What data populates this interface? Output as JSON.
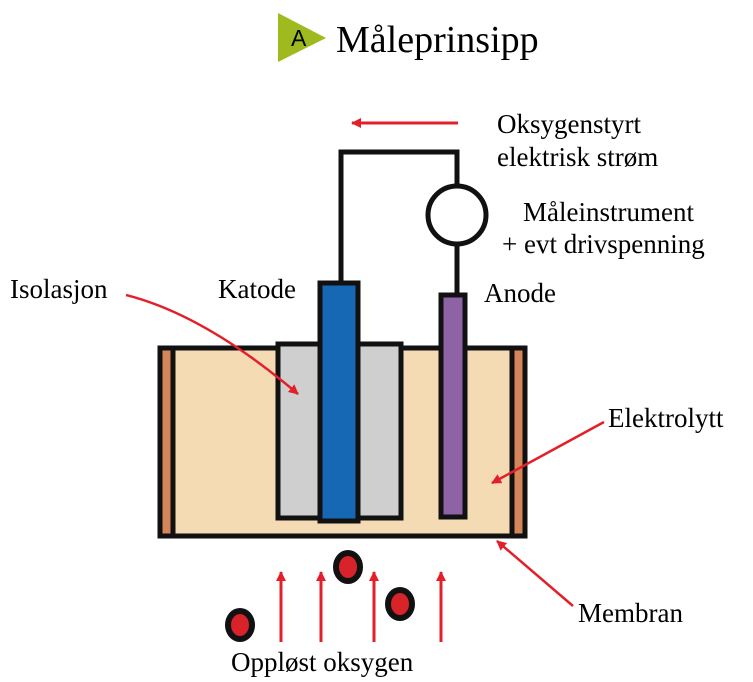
{
  "title": {
    "badge_letter": "A",
    "text": "Måleprinsipp"
  },
  "labels": {
    "current_line1": "Oksygenstyrt",
    "current_line2": "elektrisk strøm",
    "instrument_line1": "Måleinstrument",
    "instrument_line2": "+ evt drivspenning",
    "isolation": "Isolasjon",
    "cathode": "Katode",
    "anode": "Anode",
    "electrolyte": "Elektrolytt",
    "membrane": "Membran",
    "dissolved_oxygen": "Oppløst oksygen"
  },
  "colors": {
    "badge_fill": "#9fba1e",
    "badge_letter": "#1a1a1a",
    "electrolyte": "#f4dbb3",
    "membrane_side": "#d4855a",
    "isolation": "#cfcfcf",
    "cathode": "#1768b4",
    "anode": "#8e63a6",
    "arrow": "#e3202a",
    "oxygen_fill": "#d8232a",
    "outline": "#111111"
  }
}
